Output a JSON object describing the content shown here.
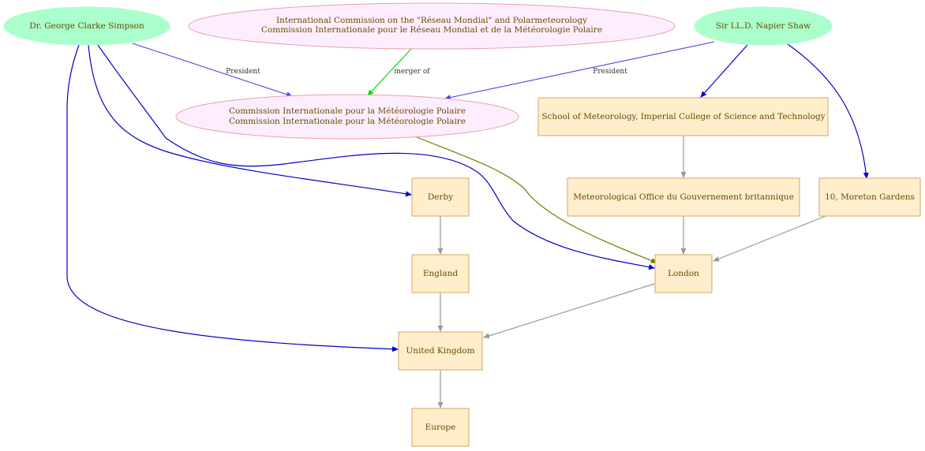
{
  "colors": {
    "person_fill": "#aaffcc",
    "commission_fill": "#fdeeff",
    "commission_stroke": "#e8a0a8",
    "place_fill": "#ffeecc",
    "place_stroke": "#d6a560",
    "text": "#6b4a00",
    "edge_blue": "#0000cc",
    "edge_lightblue": "#4444ee",
    "edge_green": "#00dd00",
    "edge_olive": "#777700",
    "edge_gray": "#999999"
  },
  "nodes": {
    "simpson": {
      "lines": [
        "Dr. George Clarke Simpson"
      ]
    },
    "iccom": {
      "lines": [
        "International Commission on the \"Réseau Mondial\" and Polarmeteorology",
        "Commission Internationale pour le Réseau Mondial et de la Météorologie Polaire"
      ]
    },
    "shaw": {
      "lines": [
        "Sir LL.D. Napier Shaw"
      ]
    },
    "cimp": {
      "lines": [
        "Commission Internationale pour la Météorologie Polaire",
        "Commission Internationale pour la Météorologie Polaire"
      ]
    },
    "school": {
      "lines": [
        "School of Meteorology, Imperial College of Science and Technology"
      ]
    },
    "derby": {
      "lines": [
        "Derby"
      ]
    },
    "metoffice": {
      "lines": [
        "Meteorological Office du Gouvernement britannique"
      ]
    },
    "moreton": {
      "lines": [
        "10, Moreton Gardens"
      ]
    },
    "england": {
      "lines": [
        "England"
      ]
    },
    "london": {
      "lines": [
        "London"
      ]
    },
    "uk": {
      "lines": [
        "United Kingdom"
      ]
    },
    "europe": {
      "lines": [
        "Europe"
      ]
    }
  },
  "edge_labels": {
    "simpson_president": "President",
    "merger_of": "merger of",
    "shaw_president": "President"
  }
}
